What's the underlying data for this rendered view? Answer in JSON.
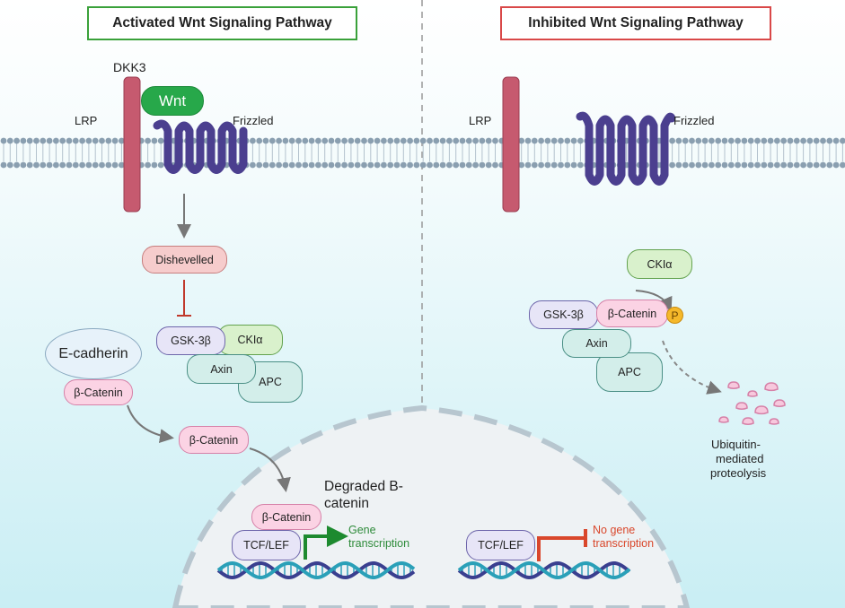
{
  "titles": {
    "activated": "Activated Wnt Signaling Pathway",
    "inhibited": "Inhibited Wnt Signaling Pathway"
  },
  "left": {
    "dkk3": "DKK3",
    "wnt": "Wnt",
    "lrp": "LRP",
    "frizzled": "Frizzled",
    "dishevelled": "Dishevelled",
    "gsk3b": "GSK-3β",
    "ck1a": "CKIα",
    "axin": "Axin",
    "apc": "APC",
    "ecadherin": "E-cadherin",
    "bcatenin_membrane": "β-Catenin",
    "bcatenin_cytoplasm": "β-Catenin",
    "bcatenin_nucleus": "β-Catenin",
    "degraded_line1": "Degraded B-",
    "degraded_line2": "catenin",
    "tcf_lef": "TCF/LEF",
    "gene_line1": "Gene",
    "gene_line2": "transcription"
  },
  "right": {
    "lrp": "LRP",
    "frizzled": "Frizzled",
    "ck1a": "CKIα",
    "gsk3b": "GSK-3β",
    "bcatenin": "β-Catenin",
    "phospho": "P",
    "axin": "Axin",
    "apc": "APC",
    "ubiq_line1": "Ubiquitin-",
    "ubiq_line2": "mediated",
    "ubiq_line3": "proteolysis",
    "tcf_lef": "TCF/LEF",
    "nogene_line1": "No gene",
    "nogene_line2": "transcription"
  },
  "colors": {
    "activated_border": "#3aa13a",
    "inhibited_border": "#d94848",
    "lrp": "#c65a6f",
    "frizzled": "#4b3f8f",
    "wnt": "#27a84a",
    "membrane": "#8a9fb0",
    "gene_arrow": "#1d8a2f",
    "inhibit_arrow": "#d9472b",
    "gene_text": "#2e8b3a",
    "nogene_text": "#d9472b"
  }
}
